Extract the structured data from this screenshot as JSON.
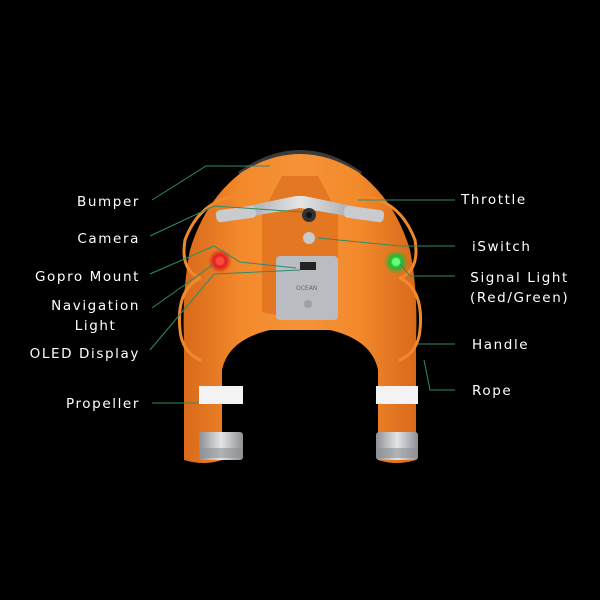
{
  "labels": {
    "bumper": "Bumper",
    "camera": "Camera",
    "gopro_mount": "Gopro Mount",
    "navigation_light_1": "Navigation",
    "navigation_light_2": "Light",
    "oled_display": "OLED Display",
    "propeller": "Propeller",
    "throttle": "Throttle",
    "iswitch": "iSwitch",
    "signal_light_1": "Signal Light",
    "signal_light_2": "(Red/Green)",
    "handle": "Handle",
    "rope": "Rope"
  },
  "device": {
    "display_text": "OCEAN",
    "body_color": "#f07f22",
    "body_shade": "#d86a14",
    "bumper_color": "#3a3a3a",
    "metal_color": "#bfc2c5",
    "red_light": "#e02020",
    "green_light": "#22bb33",
    "leader_line_color": "#2e8b6a"
  }
}
